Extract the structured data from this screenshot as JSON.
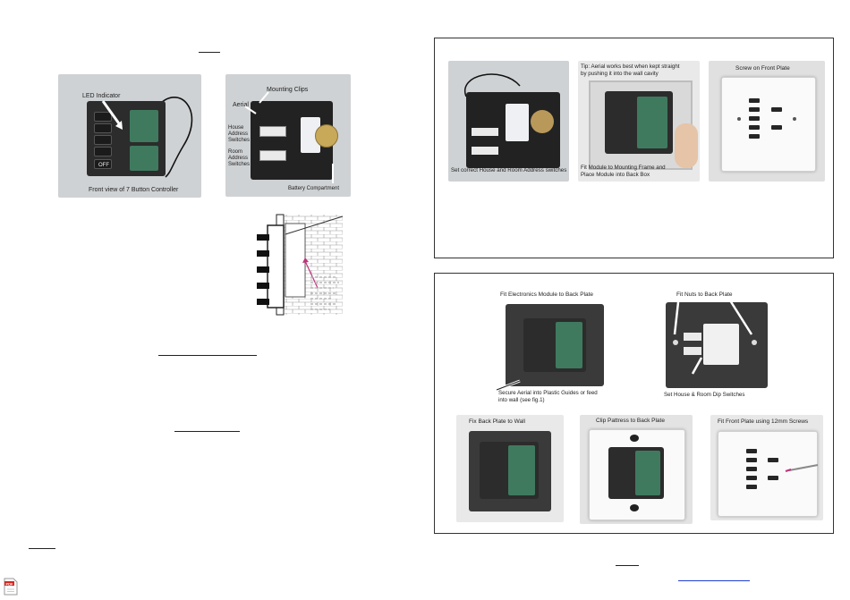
{
  "left_page": {
    "photo_front": {
      "label_led": "LED Indicator",
      "label_off": "OFF",
      "caption": "Front view of 7 Button Controller"
    },
    "photo_back": {
      "label_clips": "Mounting Clips",
      "label_aerial": "Aerial",
      "label_house": "House\nAddress\nSwitches",
      "label_room": "Room\nAddress\nSwitches",
      "label_battery": "Battery Compartment"
    }
  },
  "right_page": {
    "top_box": {
      "photo1_caption": "Set correct House and Room Address switches",
      "photo2_tip": "Tip: Aerial works best when kept straight\nby pushing it into the wall cavity",
      "photo2_caption": "Fit Module to Mounting Frame and\nPlace Module into Back Box",
      "photo3_caption": "Screw on Front Plate"
    },
    "bottom_box": {
      "photo1_title": "Fit Electronics Module to Back Plate",
      "photo1_caption": "Secure Aerial into Plastic Guides or feed\ninto wall (see fig.1)",
      "photo2_title": "Fit Nuts to Back Plate",
      "photo2_caption": "Set House & Room Dip Switches",
      "photo3_title": "Fix Back Plate to Wall",
      "photo4_title": "Clip Pattress to Back Plate",
      "photo5_title": "Fit Front Plate using 12mm Screws"
    }
  },
  "icons": {
    "pdf": "pdf-file-icon"
  },
  "colors": {
    "pcb_green": "#3f7a5f",
    "module_black": "#2c2c2c",
    "pink_arrow": "#c0327a",
    "link_blue": "#1f3fd0",
    "pdf_red": "#d7261e"
  }
}
